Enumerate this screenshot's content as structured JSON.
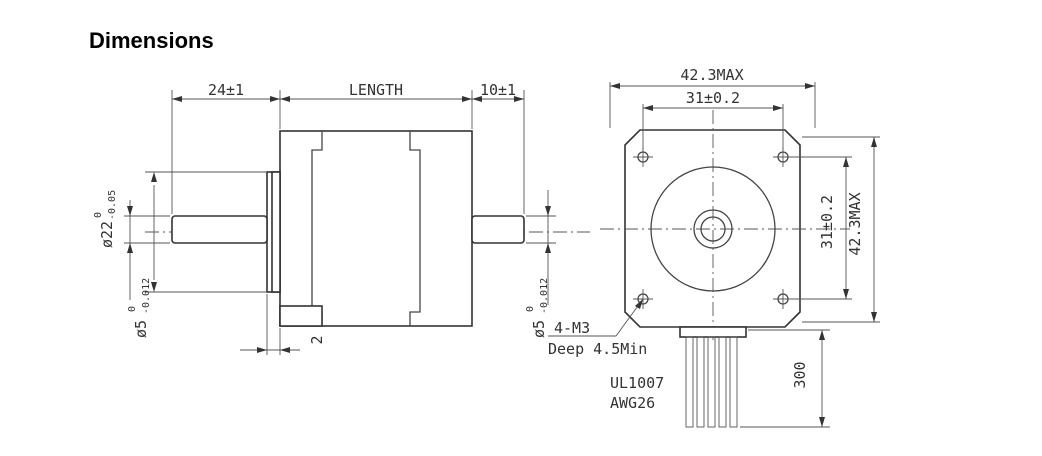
{
  "page": {
    "title": "Dimensions"
  },
  "side_view": {
    "shaft_length_label": "24±1",
    "body_length_label": "LENGTH",
    "rear_shaft_label": "10±1",
    "boss_diameter_label_main": "ø22",
    "boss_diameter_tol_upper": "0",
    "boss_diameter_tol_lower": "-0.05",
    "shaft_diameter_label_main": "ø5",
    "shaft_diameter_tol_upper": "0",
    "shaft_diameter_tol_lower": "-0.012",
    "boss_height_label": "2",
    "rear_shaft_diameter_label_main": "ø5",
    "rear_shaft_diameter_tol_upper": "0",
    "rear_shaft_diameter_tol_lower": "-0.012"
  },
  "front_view": {
    "width_max_label": "42.3MAX",
    "hole_spacing_label": "31±0.2",
    "height_hole_spacing_label": "31±0.2",
    "height_max_label": "42.3MAX",
    "hole_note_line1": "4-M3",
    "hole_note_line2": "Deep 4.5Min",
    "wire_type_line1": "UL1007",
    "wire_type_line2": "AWG26",
    "lead_length_label": "300"
  }
}
